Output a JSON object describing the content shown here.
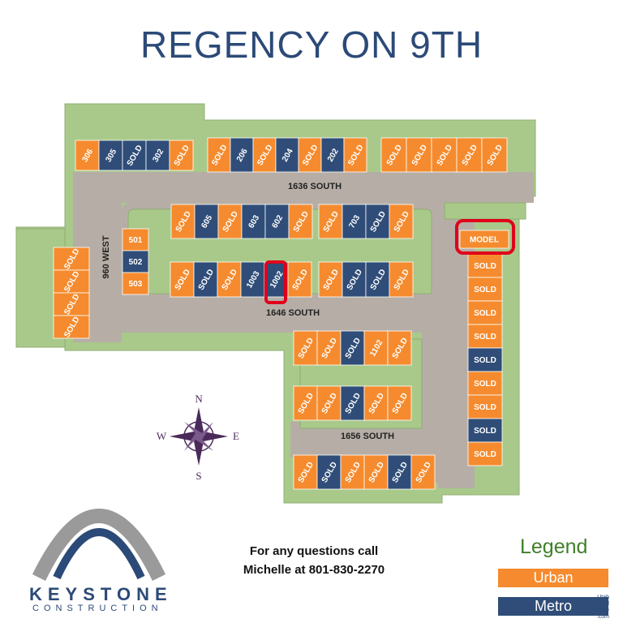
{
  "title": "REGENCY ON 9TH",
  "colors": {
    "urban": "#f58b2e",
    "metro": "#2f4d78",
    "road": "#b6aea6",
    "grass": "#a9c98a",
    "title": "#2c4a78",
    "legend_title": "#3f7f2a",
    "highlight": "#e0001b"
  },
  "streets": {
    "north": "1636 SOUTH",
    "middle": "1646 SOUTH",
    "south": "1656 SOUTH",
    "west": "960 WEST"
  },
  "lots": {
    "row_a": [
      {
        "label": "306",
        "type": "urban"
      },
      {
        "label": "305",
        "type": "metro"
      },
      {
        "label": "SOLD",
        "type": "metro"
      },
      {
        "label": "302",
        "type": "metro"
      },
      {
        "label": "SOLD",
        "type": "urban"
      }
    ],
    "row_b": [
      {
        "label": "SOLD",
        "type": "urban"
      },
      {
        "label": "206",
        "type": "metro"
      },
      {
        "label": "SOLD",
        "type": "urban"
      },
      {
        "label": "204",
        "type": "metro"
      },
      {
        "label": "SOLD",
        "type": "urban"
      },
      {
        "label": "202",
        "type": "metro"
      },
      {
        "label": "SOLD",
        "type": "urban"
      }
    ],
    "row_c": [
      {
        "label": "SOLD",
        "type": "urban"
      },
      {
        "label": "SOLD",
        "type": "urban"
      },
      {
        "label": "SOLD",
        "type": "urban"
      },
      {
        "label": "SOLD",
        "type": "urban"
      },
      {
        "label": "SOLD",
        "type": "urban"
      }
    ],
    "row_d": [
      {
        "label": "SOLD",
        "type": "urban"
      },
      {
        "label": "605",
        "type": "metro"
      },
      {
        "label": "SOLD",
        "type": "urban"
      },
      {
        "label": "603",
        "type": "metro"
      },
      {
        "label": "602",
        "type": "metro"
      },
      {
        "label": "SOLD",
        "type": "urban"
      }
    ],
    "row_e": [
      {
        "label": "SOLD",
        "type": "urban"
      },
      {
        "label": "703",
        "type": "metro"
      },
      {
        "label": "SOLD",
        "type": "metro"
      },
      {
        "label": "SOLD",
        "type": "urban"
      }
    ],
    "row_f": [
      {
        "label": "SOLD",
        "type": "urban"
      },
      {
        "label": "SOLD",
        "type": "metro"
      },
      {
        "label": "SOLD",
        "type": "urban"
      },
      {
        "label": "1003",
        "type": "metro"
      },
      {
        "label": "1002",
        "type": "metro"
      },
      {
        "label": "SOLD",
        "type": "urban"
      }
    ],
    "row_g": [
      {
        "label": "SOLD",
        "type": "urban"
      },
      {
        "label": "SOLD",
        "type": "metro"
      },
      {
        "label": "SOLD",
        "type": "metro"
      },
      {
        "label": "SOLD",
        "type": "urban"
      }
    ],
    "col_500": [
      {
        "label": "501",
        "type": "urban"
      },
      {
        "label": "502",
        "type": "metro"
      },
      {
        "label": "503",
        "type": "urban"
      }
    ],
    "col_west": [
      {
        "label": "SOLD",
        "type": "urban"
      },
      {
        "label": "SOLD",
        "type": "urban"
      },
      {
        "label": "SOLD",
        "type": "urban"
      },
      {
        "label": "SOLD",
        "type": "urban"
      }
    ],
    "row_h": [
      {
        "label": "SOLD",
        "type": "urban"
      },
      {
        "label": "SOLD",
        "type": "urban"
      },
      {
        "label": "SOLD",
        "type": "metro"
      },
      {
        "label": "1102",
        "type": "urban"
      },
      {
        "label": "SOLD",
        "type": "urban"
      }
    ],
    "row_i": [
      {
        "label": "SOLD",
        "type": "urban"
      },
      {
        "label": "SOLD",
        "type": "urban"
      },
      {
        "label": "SOLD",
        "type": "metro"
      },
      {
        "label": "SOLD",
        "type": "urban"
      },
      {
        "label": "SOLD",
        "type": "urban"
      }
    ],
    "row_j": [
      {
        "label": "SOLD",
        "type": "urban"
      },
      {
        "label": "SOLD",
        "type": "metro"
      },
      {
        "label": "SOLD",
        "type": "urban"
      },
      {
        "label": "SOLD",
        "type": "urban"
      },
      {
        "label": "SOLD",
        "type": "metro"
      },
      {
        "label": "SOLD",
        "type": "urban"
      }
    ],
    "col_east": [
      {
        "label": "SOLD",
        "type": "urban"
      },
      {
        "label": "SOLD",
        "type": "urban"
      },
      {
        "label": "SOLD",
        "type": "urban"
      },
      {
        "label": "SOLD",
        "type": "urban"
      },
      {
        "label": "SOLD",
        "type": "metro"
      },
      {
        "label": "SOLD",
        "type": "urban"
      },
      {
        "label": "SOLD",
        "type": "urban"
      },
      {
        "label": "SOLD",
        "type": "metro"
      },
      {
        "label": "SOLD",
        "type": "urban"
      }
    ],
    "model": {
      "label": "MODEL",
      "type": "urban"
    }
  },
  "compass": {
    "n": "N",
    "s": "S",
    "e": "E",
    "w": "W"
  },
  "contact": {
    "line1": "For any questions call",
    "line2": "Michelle at 801-830-2270"
  },
  "legend": {
    "title": "Legend",
    "urban": "Urban",
    "metro": "Metro"
  },
  "logo": {
    "name": "KEYSTONE",
    "sub": "CONSTRUCTION"
  },
  "corner_mark": [
    "Utah",
    "Real",
    "Estate",
    ".com"
  ]
}
